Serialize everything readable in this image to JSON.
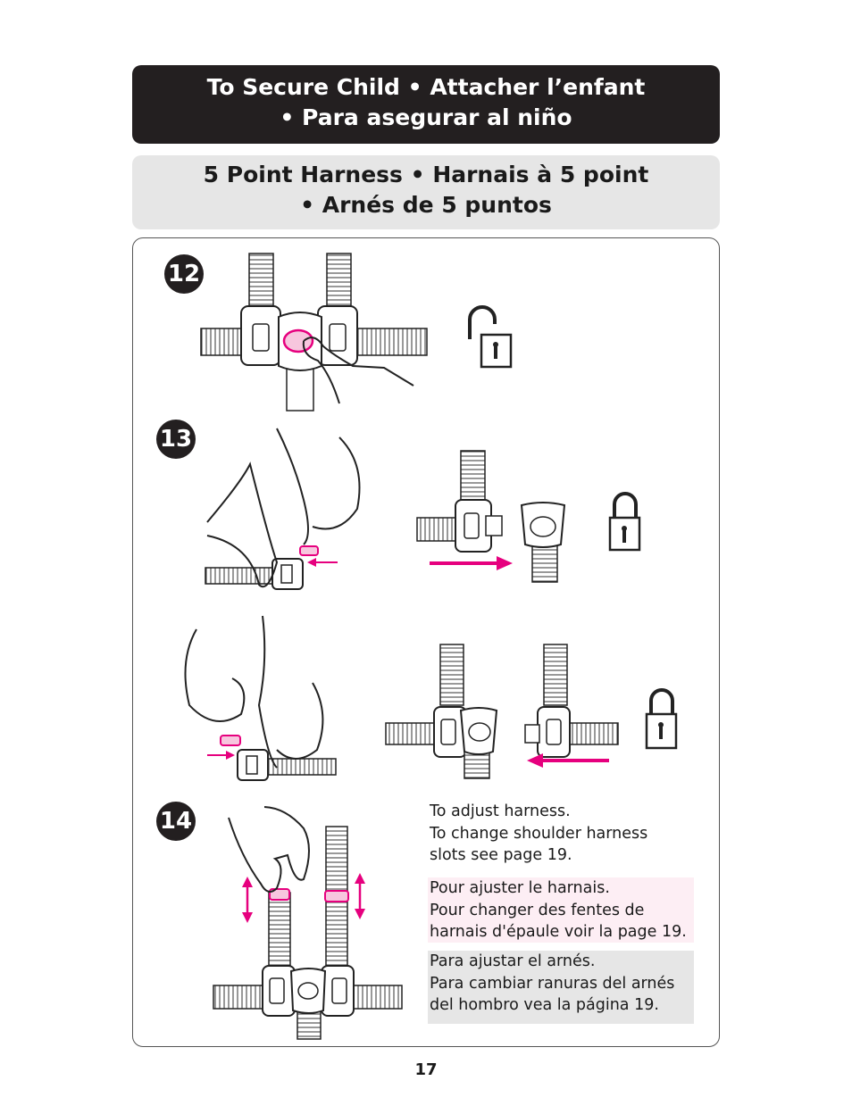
{
  "header": {
    "title_line1": "To Secure Child  •  Attacher l’enfant",
    "title_line2": "•  Para asegurar al niño"
  },
  "subheader": {
    "title_line1": "5 Point Harness  •  Harnais à 5 point",
    "title_line2": "•  Arnés de 5 puntos"
  },
  "steps": [
    "12",
    "13",
    "14"
  ],
  "instructions": {
    "en": [
      "To adjust harness.",
      "To change shoulder harness",
      "slots see page 19."
    ],
    "fr": [
      "Pour ajuster le harnais.",
      "Pour changer des fentes de",
      "harnais d'épaule voir la page 19."
    ],
    "es": [
      "Para ajustar el arnés.",
      "Para cambiar ranuras del arnés",
      "del hombro vea la página 19."
    ]
  },
  "icons": [
    "unlocked-padlock-icon",
    "locked-padlock-icon",
    "locked-padlock-icon",
    "arrow-right-icon",
    "arrow-left-icon",
    "double-arrow-vertical-icon"
  ],
  "colors": {
    "accent": "#e6007e",
    "dark": "#231f20",
    "light_gray": "#e6e6e6",
    "pink_tint": "#fdeef4"
  },
  "page_number": "17"
}
